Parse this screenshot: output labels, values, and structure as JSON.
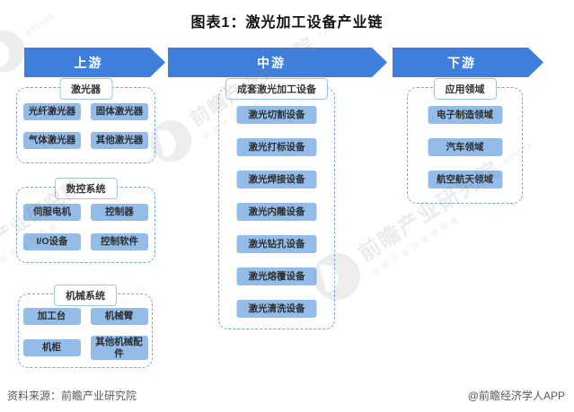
{
  "title": "图表1：激光加工设备产业链",
  "arrows": {
    "upstream": "上游",
    "midstream": "中游",
    "downstream": "下游"
  },
  "upstream_groups": [
    {
      "header": "激光器",
      "items": [
        "光纤激光器",
        "固体激光器",
        "气体激光器",
        "其他激光器"
      ]
    },
    {
      "header": "数控系统",
      "items": [
        "伺服电机",
        "控制器",
        "I/O设备",
        "控制软件"
      ]
    },
    {
      "header": "机械系统",
      "items": [
        "加工台",
        "机械臂",
        "机柜",
        "其他机械配件"
      ]
    }
  ],
  "midstream_group": {
    "header": "成套激光加工设备",
    "items": [
      "激光切割设备",
      "激光打标设备",
      "激光焊接设备",
      "激光内雕设备",
      "激光钻孔设备",
      "激光熔覆设备",
      "激光清洗设备"
    ]
  },
  "downstream_group": {
    "header": "应用领域",
    "items": [
      "电子制造领域",
      "汽车领域",
      "航空航天领域"
    ]
  },
  "footer": {
    "source": "资料来源：前瞻产业研究院",
    "credit": "@前瞻经济学人APP"
  },
  "watermark": {
    "main": "前瞻产业研究院",
    "sub": "中国产业咨询领导者",
    "digits": "839599"
  },
  "colors": {
    "arrow_blue": "#3e7edd",
    "box_blue": "#93bce8",
    "dash_border": "#7aa7e0"
  }
}
